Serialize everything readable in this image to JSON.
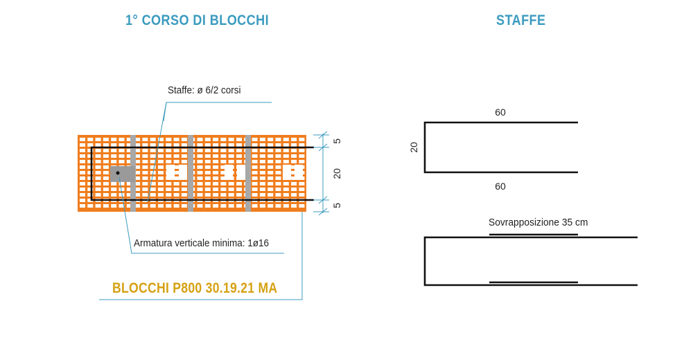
{
  "titles": {
    "left": "1° CORSO DI BLOCCHI",
    "right": "STAFFE"
  },
  "labels": {
    "stirrups_callout": "Staffe: ø 6/2 corsi",
    "vertical_reinforcement": "Armatura verticale minima: 1ø16",
    "block_product": "BLOCCHI P800 30.19.21 MA"
  },
  "block_dimensions": {
    "top": "5",
    "middle": "20",
    "bottom": "5"
  },
  "stirrup_single": {
    "length_top": "60",
    "length_bottom": "60",
    "height": "20"
  },
  "stirrup_overlap": {
    "overlap_label": "Sovrapposizione 35 cm"
  },
  "colors": {
    "title": "#3b9bbf",
    "block_orange": "#f07d1e",
    "product_label": "#d5a113",
    "leader_line": "#3b9bbf",
    "bar_grey": "#a8a8a8",
    "stirrup_line": "#111111"
  }
}
